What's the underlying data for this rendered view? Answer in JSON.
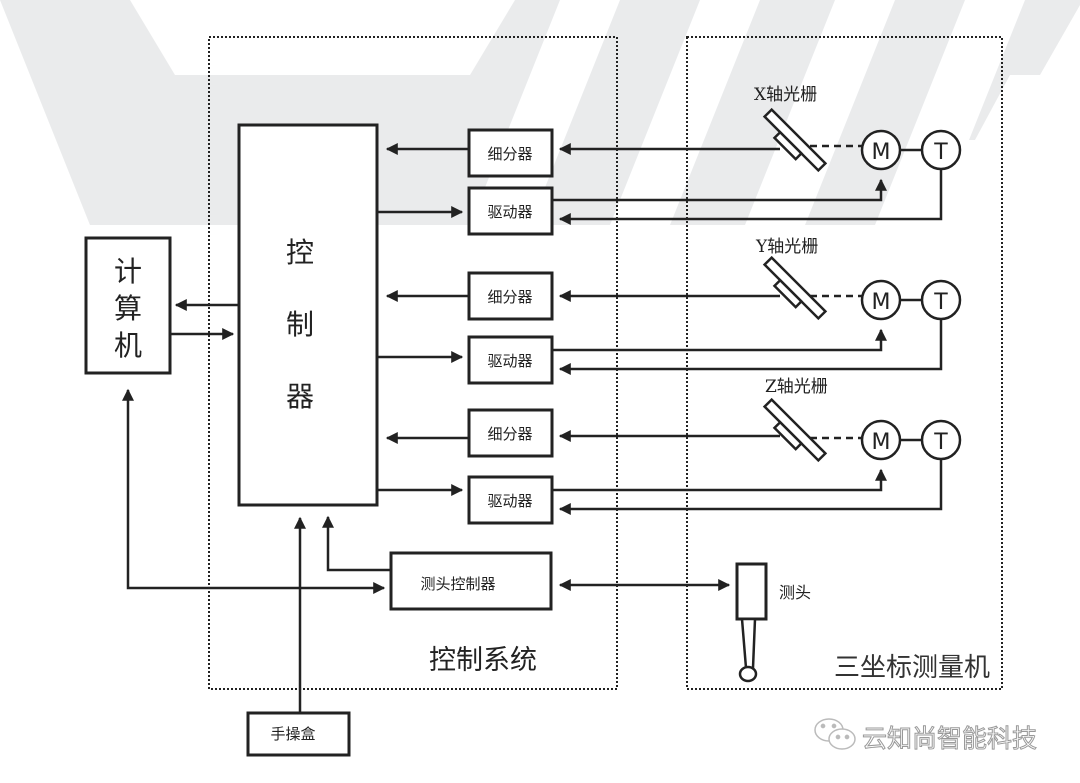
{
  "diagram": {
    "computer": {
      "label_chars": [
        "计",
        "算",
        "机"
      ]
    },
    "controller": {
      "label_chars": [
        "控",
        "制",
        "器"
      ]
    },
    "control_system": {
      "label": "控制系统"
    },
    "cmm": {
      "label": "三坐标测量机"
    },
    "axes": [
      {
        "grating_label": "X轴光栅",
        "subdivider_label": "细分器",
        "driver_label": "驱动器",
        "motor_label": "M",
        "tach_label": "T"
      },
      {
        "grating_label": "Y轴光栅",
        "subdivider_label": "细分器",
        "driver_label": "驱动器",
        "motor_label": "M",
        "tach_label": "T"
      },
      {
        "grating_label": "Z轴光栅",
        "subdivider_label": "细分器",
        "driver_label": "驱动器",
        "motor_label": "M",
        "tach_label": "T"
      }
    ],
    "probe_controller": {
      "label": "测头控制器"
    },
    "probe": {
      "label": "测头"
    },
    "handbox": {
      "label": "手操盒"
    },
    "watermark": {
      "text": "云知尚智能科技",
      "icon": "wechat-icon"
    }
  }
}
